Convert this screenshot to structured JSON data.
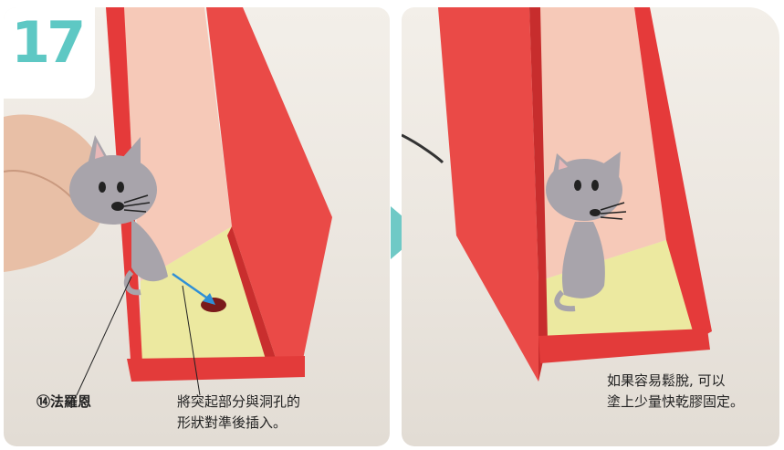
{
  "step": {
    "number": "17"
  },
  "left_panel": {
    "part_label": "⑭法羅恩",
    "instruction_lines": [
      "將突起部分與洞孔的",
      "形狀對準後插入。"
    ]
  },
  "right_panel": {
    "tip_lines": [
      "如果容易鬆脫, 可以",
      "塗上少量快乾膠固定。"
    ]
  },
  "colors": {
    "accent": "#5ec8c4",
    "box_red": "#e8403e",
    "floor_yellow": "#ece9a0",
    "figure_gray": "#a8a4ab"
  },
  "icons": [
    "next-arrow-icon",
    "callout-arrow-icon"
  ]
}
